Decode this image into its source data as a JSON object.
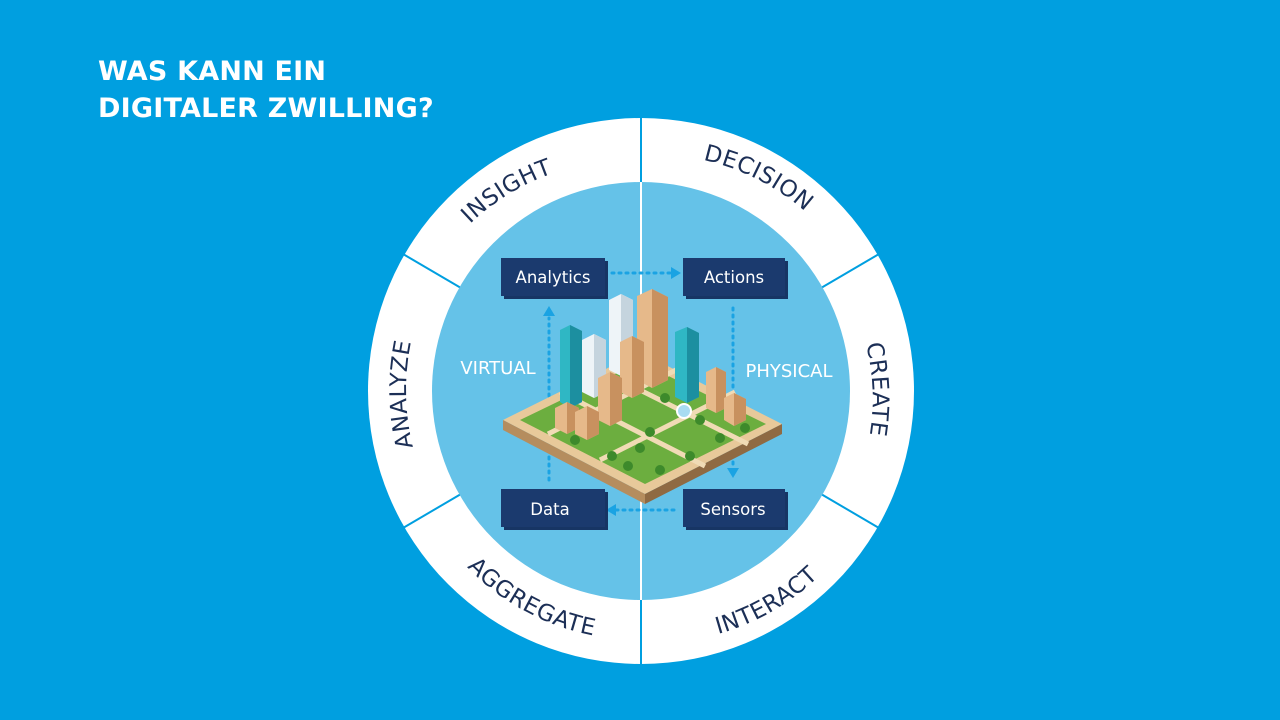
{
  "title": {
    "line1": "WAS KANN EIN",
    "line2": "DIGITALER ZWILLING?"
  },
  "ring": {
    "insight": "INSIGHT",
    "decision": "DECISION",
    "create": "CREATE",
    "interact": "INTERACT",
    "aggregate": "AGGREGATE",
    "analyze": "ANALYZE"
  },
  "boxes": {
    "analytics": "Analytics",
    "actions": "Actions",
    "data": "Data",
    "sensors": "Sensors"
  },
  "sides": {
    "virtual": "VIRTUAL",
    "physical": "PHYSICAL"
  },
  "colors": {
    "background": "#009fe0",
    "ring": "#ffffff",
    "inner_circle": "#65c2e8",
    "box": "#1b3a6e",
    "ring_text": "#1c2f56",
    "arrow": "#1aa3e3"
  },
  "illustration": "isometric-city-icon"
}
